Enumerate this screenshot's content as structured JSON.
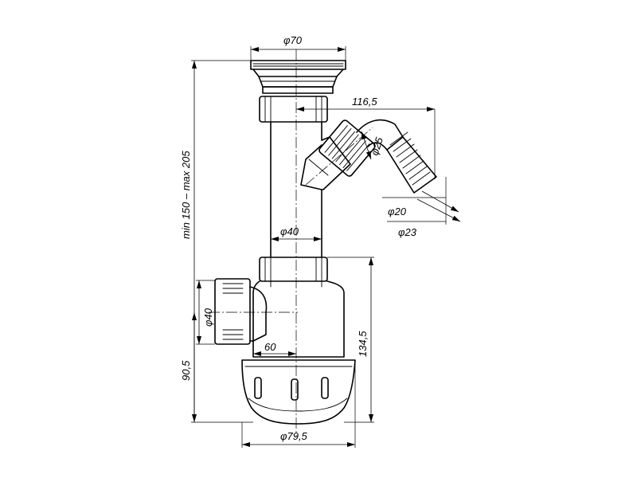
{
  "dimensions": {
    "top_diameter": "φ70",
    "branch_offset": "116,5",
    "branch_outlet_diameter": "φ25",
    "hose_inner_diameter": "φ20",
    "hose_outer_diameter": "φ23",
    "pipe_diameter": "φ40",
    "side_inlet_diameter": "φ40",
    "side_inlet_offset": "60",
    "total_height": "min 150 – max 205",
    "bottom_height": "90,5",
    "trap_height": "134,5",
    "bowl_diameter": "φ79,5"
  }
}
